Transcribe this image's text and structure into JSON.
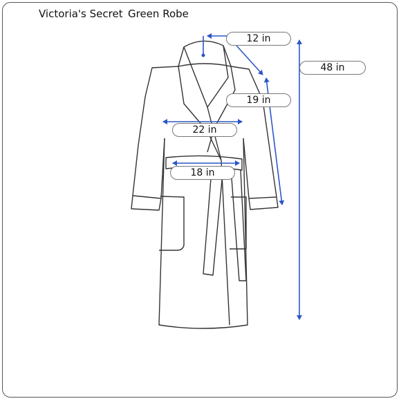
{
  "header": {
    "brand": "Victoria's Secret",
    "product": "Green Robe"
  },
  "measurements": {
    "shoulder": "12 in",
    "length": "48 in",
    "sleeve": "19 in",
    "chest": "22 in",
    "waist": "18 in"
  },
  "colors": {
    "outline": "#333333",
    "arrow": "#2a56c6",
    "frame": "#555555"
  }
}
